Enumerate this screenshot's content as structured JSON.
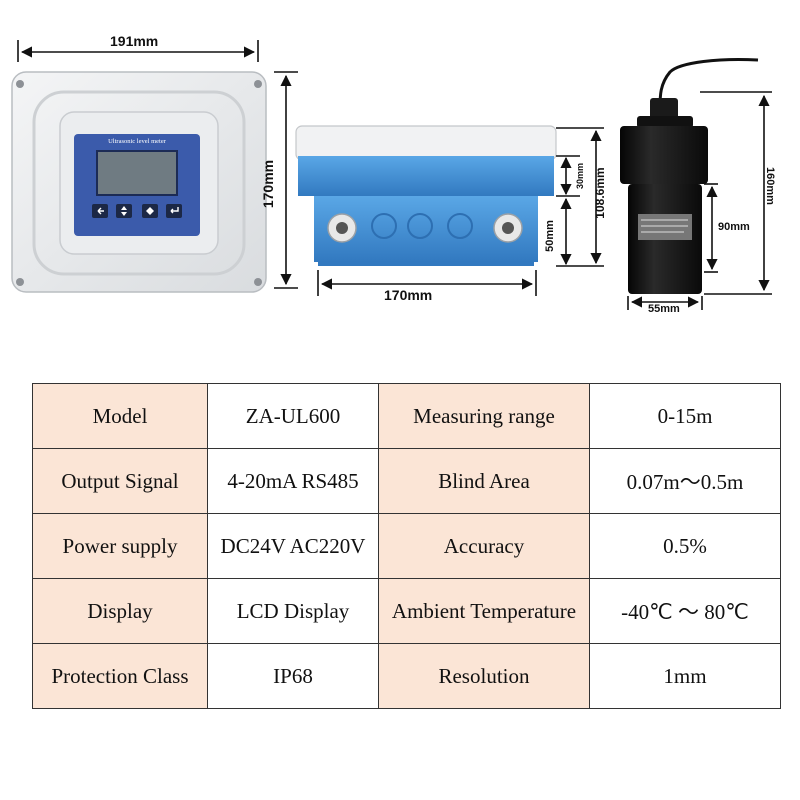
{
  "dimensions": {
    "width_front": "191mm",
    "height_front": "170mm",
    "width_bottom": "170mm",
    "depth_lid": "30mm",
    "depth_total": "108.6mm",
    "depth_base": "50mm",
    "sensor_height": "160mm",
    "sensor_body": "90mm",
    "sensor_diameter": "55mm"
  },
  "device": {
    "panel_title": "Ultrasonic level meter"
  },
  "colors": {
    "label_bg": "#fbe5d6",
    "housing": "#e6e8ea",
    "blue": "#3f8fd4",
    "panel": "#3b5bab"
  },
  "spec_table": {
    "rows": [
      {
        "label1": "Model",
        "value1": "ZA-UL600",
        "label2": "Measuring range",
        "value2": "0-15m"
      },
      {
        "label1": "Output Signal",
        "value1": "4-20mA RS485",
        "label2": "Blind Area",
        "value2": "0.07m～0.5m"
      },
      {
        "label1": "Power supply",
        "value1": "DC24V AC220V",
        "label2": "Accuracy",
        "value2": "0.5%"
      },
      {
        "label1": "Display",
        "value1": "LCD Display",
        "label2": "Ambient Temperature",
        "value2": "-40℃ ～ 80℃"
      },
      {
        "label1": "Protection Class",
        "value1": "IP68",
        "label2": "Resolution",
        "value2": "1mm"
      }
    ]
  }
}
